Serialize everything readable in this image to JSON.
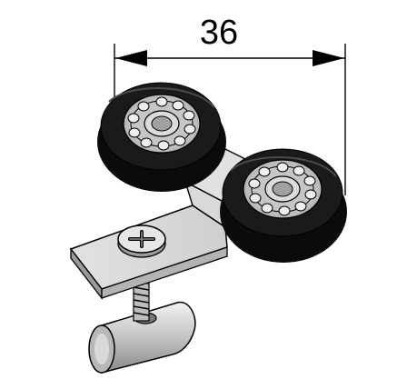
{
  "dimension": {
    "value": "36"
  },
  "colors": {
    "tire": "#0b0b0b",
    "metal_light": "#e6e6e6",
    "metal_mid": "#c4c4c4",
    "metal_dark": "#8f8f8f",
    "outline": "#000000",
    "background": "#ffffff"
  },
  "icons": [
    "roller-wheel",
    "ball-bearing",
    "phillips-screw",
    "mounting-plate",
    "threaded-stud",
    "cylinder-nut"
  ]
}
